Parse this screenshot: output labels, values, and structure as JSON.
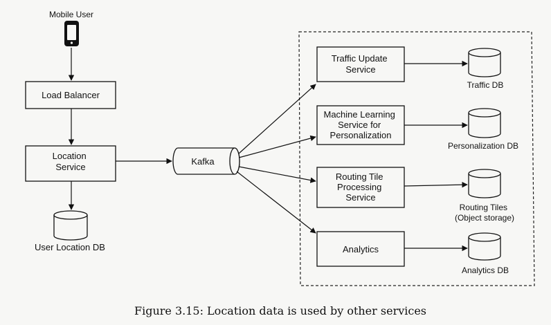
{
  "diagram": {
    "mobile_user": "Mobile User",
    "load_balancer": "Load Balancer",
    "location_service": [
      "Location",
      "Service"
    ],
    "user_location_db": "User Location DB",
    "kafka": "Kafka",
    "services": {
      "traffic_update": [
        "Traffic Update",
        "Service"
      ],
      "ml_personalization": [
        "Machine Learning",
        "Service for",
        "Personalization"
      ],
      "routing_tile": [
        "Routing Tile",
        "Processing",
        "Service"
      ],
      "analytics": [
        "Analytics"
      ]
    },
    "stores": {
      "traffic_db": [
        "Traffic DB"
      ],
      "personalization_db": [
        "Personalization DB"
      ],
      "routing_tiles": [
        "Routing Tiles",
        "(Object storage)"
      ],
      "analytics_db": [
        "Analytics DB"
      ]
    }
  },
  "caption": "Figure 3.15: Location data is used by other services"
}
